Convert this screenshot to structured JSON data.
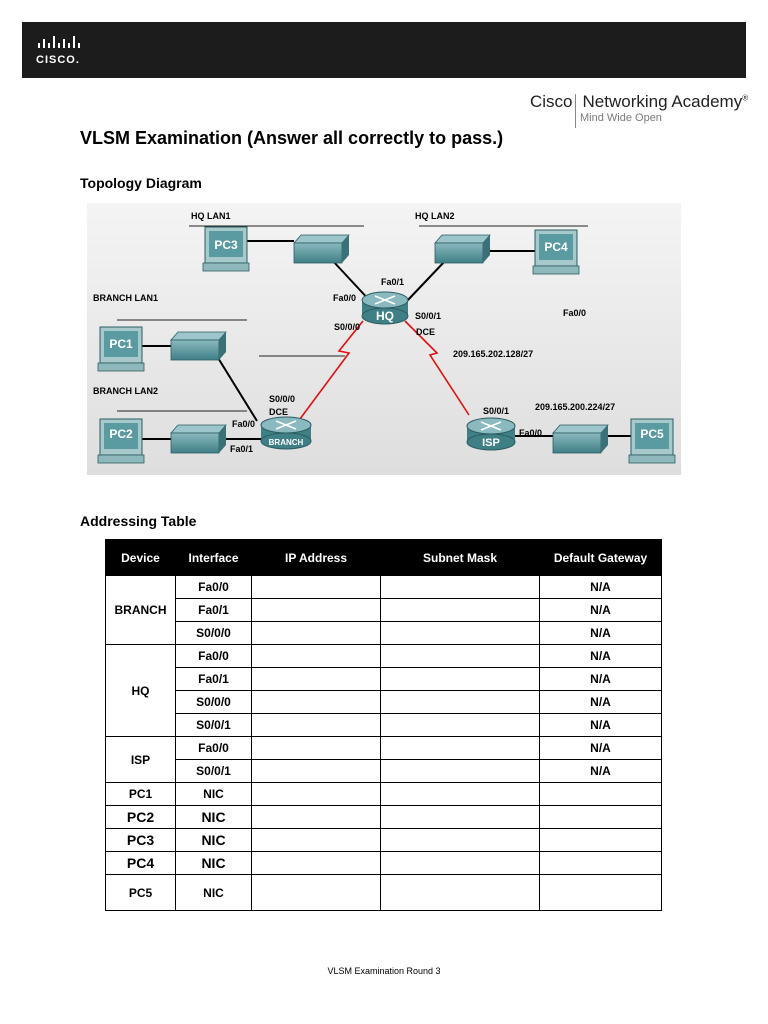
{
  "header": {
    "logo_text": "CISCO.",
    "academy_brand": "Cisco",
    "academy_name": "Networking Academy",
    "academy_tagline": "Mind Wide Open"
  },
  "title": "VLSM Examination (Answer all correctly to pass.)",
  "topology_heading": "Topology Diagram",
  "topology": {
    "lan_labels": {
      "hq_lan1": "HQ LAN1",
      "hq_lan2": "HQ LAN2",
      "branch_lan1": "BRANCH LAN1",
      "branch_lan2": "BRANCH LAN2"
    },
    "devices": {
      "pc1": "PC1",
      "pc2": "PC2",
      "pc3": "PC3",
      "pc4": "PC4",
      "pc5": "PC5",
      "hq": "HQ",
      "branch": "BRANCH",
      "isp": "ISP"
    },
    "interfaces": {
      "hq_fa01": "Fa0/1",
      "hq_fa00": "Fa0/0",
      "hq_s000": "S0/0/0",
      "hq_s001": "S0/0/1",
      "hq_dce": "DCE",
      "right_fa00": "Fa0/0",
      "wan_hq_isp": "209.165.202.128/27",
      "branch_s000": "S0/0/0",
      "branch_dce": "DCE",
      "branch_fa00": "Fa0/0",
      "branch_fa01": "Fa0/1",
      "isp_s001": "S0/0/1",
      "isp_net": "209.165.200.224/27",
      "isp_fa00": "Fa0/0"
    }
  },
  "addressing_heading": "Addressing Table",
  "table": {
    "headers": [
      "Device",
      "Interface",
      "IP Address",
      "Subnet Mask",
      "Default Gateway"
    ],
    "rows": [
      [
        "BRANCH",
        "Fa0/0",
        "",
        "",
        "N/A"
      ],
      [
        "",
        "Fa0/1",
        "",
        "",
        "N/A"
      ],
      [
        "",
        "S0/0/0",
        "",
        "",
        "N/A"
      ],
      [
        "HQ",
        "Fa0/0",
        "",
        "",
        "N/A"
      ],
      [
        "",
        "Fa0/1",
        "",
        "",
        "N/A"
      ],
      [
        "",
        "S0/0/0",
        "",
        "",
        "N/A"
      ],
      [
        "",
        "S0/0/1",
        "",
        "",
        "N/A"
      ],
      [
        "ISP",
        "Fa0/0",
        "",
        "",
        "N/A"
      ],
      [
        "",
        "S0/0/1",
        "",
        "",
        "N/A"
      ],
      [
        "PC1",
        "NIC",
        "",
        "",
        ""
      ],
      [
        "PC2",
        "NIC",
        "",
        "",
        ""
      ],
      [
        "PC3",
        "NIC",
        "",
        "",
        ""
      ],
      [
        "PC4",
        "NIC",
        "",
        "",
        ""
      ],
      [
        "PC5",
        "NIC",
        "",
        "",
        ""
      ]
    ]
  },
  "footer": "VLSM Examination Round 3",
  "colors": {
    "header_bar": "#1c1c1c",
    "device_teal": "#4f8f96",
    "serial_link": "#e01010"
  }
}
